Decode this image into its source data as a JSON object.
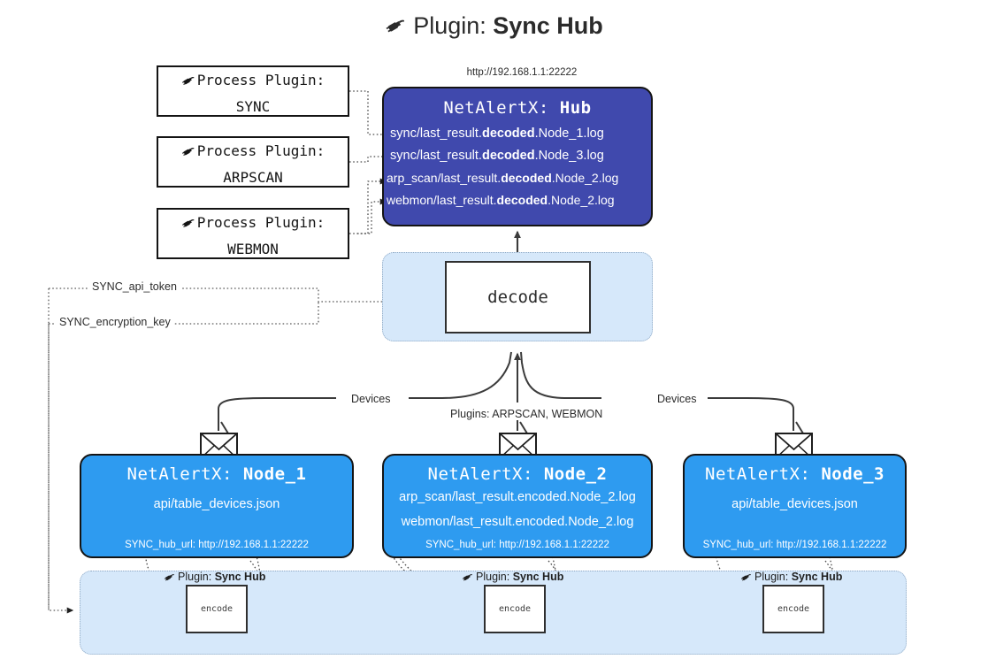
{
  "title": {
    "icon": "plug-icon",
    "prefix": "Plugin: ",
    "name": "Sync Hub"
  },
  "hub": {
    "url_caption": "http://192.168.1.1:22222",
    "label_prefix": "NetAlertX: ",
    "label_name": "Hub",
    "logs": [
      {
        "pre": "sync/last_result.",
        "mid": "decoded",
        "post": ".Node_1.log"
      },
      {
        "pre": "sync/last_result.",
        "mid": "decoded",
        "post": ".Node_3.log"
      },
      {
        "pre": "arp_scan/last_result.",
        "mid": "decoded",
        "post": ".Node_2.log"
      },
      {
        "pre": "webmon/last_result.",
        "mid": "decoded",
        "post": ".Node_2.log"
      }
    ]
  },
  "process_plugins": [
    {
      "icon": "plug-icon",
      "line1": "Process Plugin:",
      "line2": "SYNC"
    },
    {
      "icon": "plug-icon",
      "line1": "Process Plugin:",
      "line2": "ARPSCAN"
    },
    {
      "icon": "plug-icon",
      "line1": "Process Plugin:",
      "line2": "WEBMON"
    }
  ],
  "decode": {
    "label": "decode"
  },
  "edge_labels": {
    "api_token": "SYNC_api_token",
    "encryption_key": "SYNC_encryption_key",
    "devices_left": "Devices",
    "devices_right": "Devices",
    "plugins": "Plugins: ARPSCAN, WEBMON"
  },
  "nodes": [
    {
      "icon": "envelope-icon",
      "label_prefix": "NetAlertX: ",
      "label_name": "Node_1",
      "lines": [
        "api/table_devices.json"
      ],
      "hub_url": "SYNC_hub_url: http://192.168.1.1:22222"
    },
    {
      "icon": "envelope-icon",
      "label_prefix": "NetAlertX: ",
      "label_name": "Node_2",
      "lines": [
        "arp_scan/last_result.encoded.Node_2.log",
        "webmon/last_result.encoded.Node_2.log"
      ],
      "hub_url": "SYNC_hub_url: http://192.168.1.1:22222"
    },
    {
      "icon": "envelope-icon",
      "label_prefix": "NetAlertX: ",
      "label_name": "Node_3",
      "lines": [
        "api/table_devices.json"
      ],
      "hub_url": "SYNC_hub_url: http://192.168.1.1:22222"
    }
  ],
  "encoders": [
    {
      "icon": "plug-icon",
      "label_prefix": "Plugin: ",
      "label_name": "Sync Hub",
      "box": "encode"
    },
    {
      "icon": "plug-icon",
      "label_prefix": "Plugin: ",
      "label_name": "Sync Hub",
      "box": "encode"
    },
    {
      "icon": "plug-icon",
      "label_prefix": "Plugin: ",
      "label_name": "Sync Hub",
      "box": "encode"
    }
  ],
  "colors": {
    "hub_blue": "#4049ad",
    "node_blue": "#2e9bf0",
    "container_blue": "#d6e8fa",
    "line": "#3b3b3b",
    "background": "#ffffff"
  }
}
